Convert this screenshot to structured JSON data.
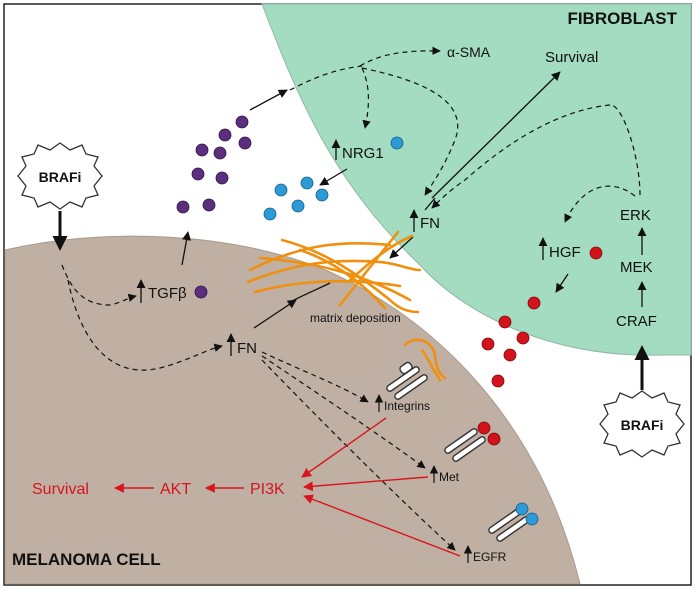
{
  "regions": {
    "fibroblast_label": "FIBROBLAST",
    "melanoma_label": "MELANOMA CELL"
  },
  "drugs": {
    "left_label": "BRAFi",
    "right_label": "BRAFi"
  },
  "fibroblast": {
    "asma": "α-SMA",
    "survival": "Survival",
    "nrg1": "NRG1",
    "fn": "FN",
    "hgf": "HGF",
    "erk": "ERK",
    "mek": "MEK",
    "craf": "CRAF"
  },
  "melanoma": {
    "tgfb": "TGFβ",
    "fn": "FN",
    "matrix": "matrix deposition",
    "integrins": "Integrins",
    "met": "Met",
    "egfr": "EGFR",
    "pi3k": "PI3K",
    "akt": "AKT",
    "survival": "Survival"
  },
  "colors": {
    "fibroblast_fill": "#a3dcc1",
    "melanoma_fill": "#bfb0a3",
    "tgfb_dot": "#5c2e7e",
    "nrg1_dot": "#2c9ad6",
    "hgf_dot": "#d3131c",
    "fiber": "#f0900e",
    "signal_red": "#d9141c"
  }
}
